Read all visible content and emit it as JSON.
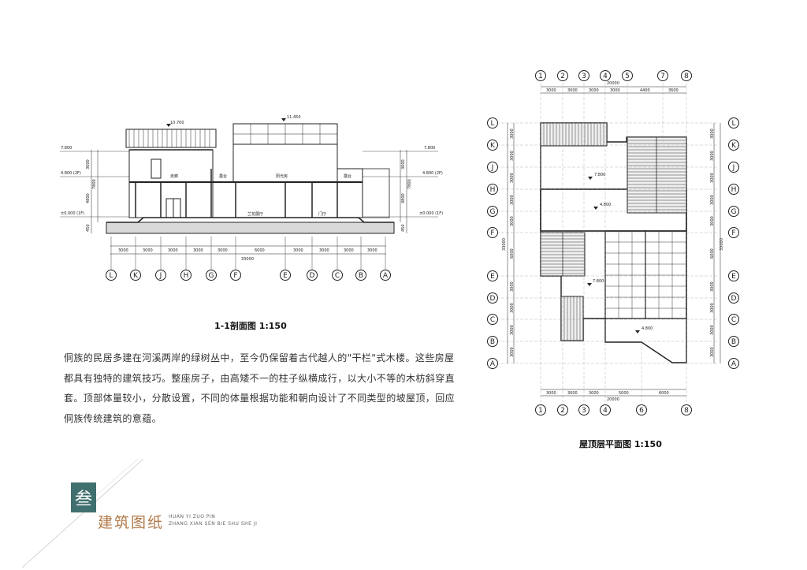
{
  "section": {
    "caption": "1-1剖面图  1:150",
    "elevations": [
      "10.700",
      "11.450",
      "7.800",
      "7.800",
      "4.800 (2F)",
      "4.800 (2F)",
      "±0.000 (1F)",
      "±0.000 (1F)"
    ],
    "room_labels": [
      "走廊",
      "露台",
      "阳光房",
      "露台",
      "兰花展厅",
      "门厅"
    ],
    "vertical_dims": [
      "3000",
      "4800",
      "7800",
      "450",
      "3000",
      "4800",
      "7800",
      "450"
    ],
    "span_dims": [
      "3000",
      "3000",
      "3000",
      "3000",
      "3000",
      "6000",
      "3000",
      "3000",
      "3000",
      "3000"
    ],
    "total_dim": "33000",
    "axes": [
      "L",
      "K",
      "J",
      "H",
      "G",
      "F",
      "E",
      "D",
      "C",
      "B",
      "A"
    ]
  },
  "description": "侗族的民居多建在河溪两岸的绿树丛中，至今仍保留着古代越人的\"干栏\"式木楼。这些房屋都具有独特的建筑技巧。整座房子，由高矮不一的柱子纵横成行，以大小不等的木枋斜穿直套。顶部体量较小，分散设置，不同的体量根据功能和朝向设计了不同类型的坡屋顶，回应侗族传统建筑的意蕴。",
  "roof_plan": {
    "caption": "屋顶层平面图  1:150",
    "top_axes": [
      "1",
      "2",
      "3",
      "4",
      "5",
      "7",
      "8"
    ],
    "top_total": "20000",
    "top_dims": [
      "3000",
      "3000",
      "3000",
      "3000",
      "4400",
      "3600"
    ],
    "bottom_axes": [
      "1",
      "2",
      "3",
      "4",
      "6",
      "8"
    ],
    "bottom_dims": [
      "3000",
      "3000",
      "3000",
      "5000",
      "6000"
    ],
    "bottom_total": "20000",
    "side_axes": [
      "L",
      "K",
      "J",
      "H",
      "G",
      "F",
      "E",
      "D",
      "C",
      "B",
      "A"
    ],
    "left_dims": [
      "3000",
      "3000",
      "3000",
      "3000",
      "3000",
      "6000",
      "3000",
      "3000",
      "3000",
      "3000"
    ],
    "left_total": "33000",
    "right_dims": [
      "3000",
      "3000",
      "3000",
      "3000",
      "3000",
      "6000",
      "3000",
      "3000",
      "3000",
      "3000"
    ],
    "right_total": "33000",
    "level_marks": [
      "7.800",
      "4.800",
      "7.800",
      "4.800"
    ]
  },
  "branding": {
    "emblem": "叁",
    "title": "建筑图纸",
    "sub1": "HUAN YI ZUO PIN",
    "sub2": "ZHANG XIAN SEN BIE SHU SHE JI"
  },
  "colors": {
    "accent": "#3f6f6e",
    "brand_text": "#b27a4a"
  }
}
